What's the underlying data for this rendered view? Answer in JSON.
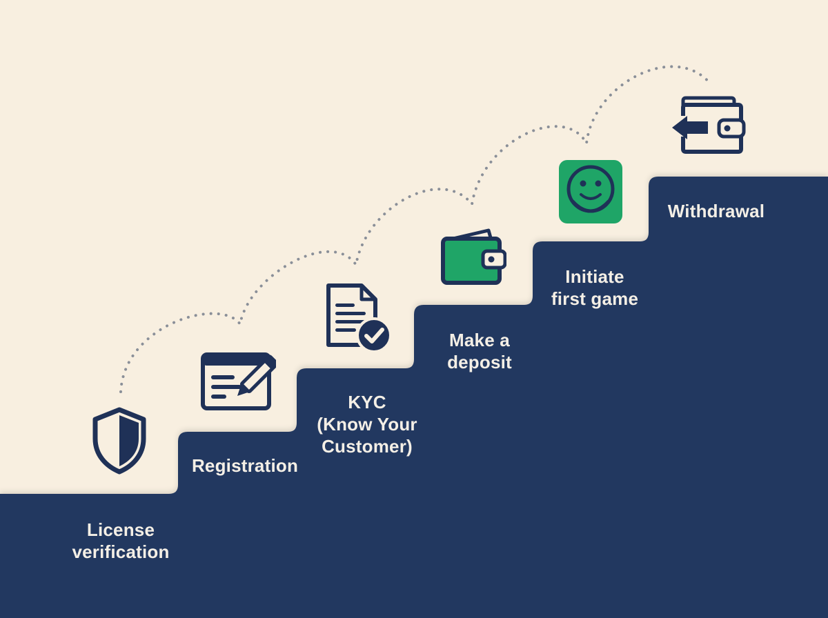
{
  "colors": {
    "background": "#f8efe0",
    "stairs": "#223760",
    "icon_dark": "#1f3157",
    "accent_green": "#1fa567",
    "label_text": "#f4efe6",
    "dotted_path": "#8a8f98"
  },
  "steps": [
    {
      "lines": [
        "License",
        "verification"
      ],
      "icon": "shield-icon"
    },
    {
      "lines": [
        "Registration"
      ],
      "icon": "form-pencil-icon"
    },
    {
      "lines": [
        "KYC",
        "(Know Your",
        "Customer)"
      ],
      "icon": "document-check-icon"
    },
    {
      "lines": [
        "Make a",
        "deposit"
      ],
      "icon": "wallet-icon"
    },
    {
      "lines": [
        "Initiate",
        "first game"
      ],
      "icon": "smiley-icon"
    },
    {
      "lines": [
        "Withdrawal"
      ],
      "icon": "wallet-arrow-icon"
    }
  ]
}
